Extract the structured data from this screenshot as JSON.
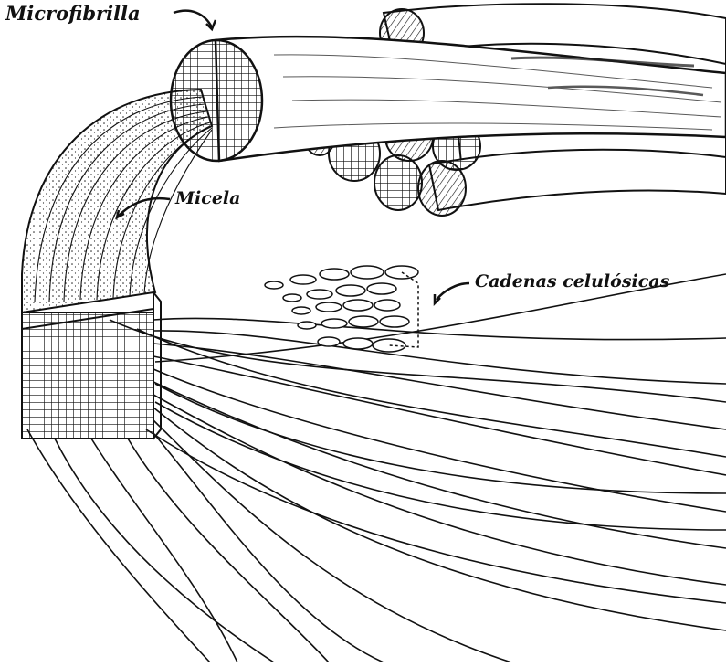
{
  "labels": {
    "microfibrilla": "Microfibrilla",
    "micela": "Micela",
    "cadenas": "Cadenas celulósicas"
  },
  "colors": {
    "ink": "#111111",
    "background": "#ffffff"
  }
}
